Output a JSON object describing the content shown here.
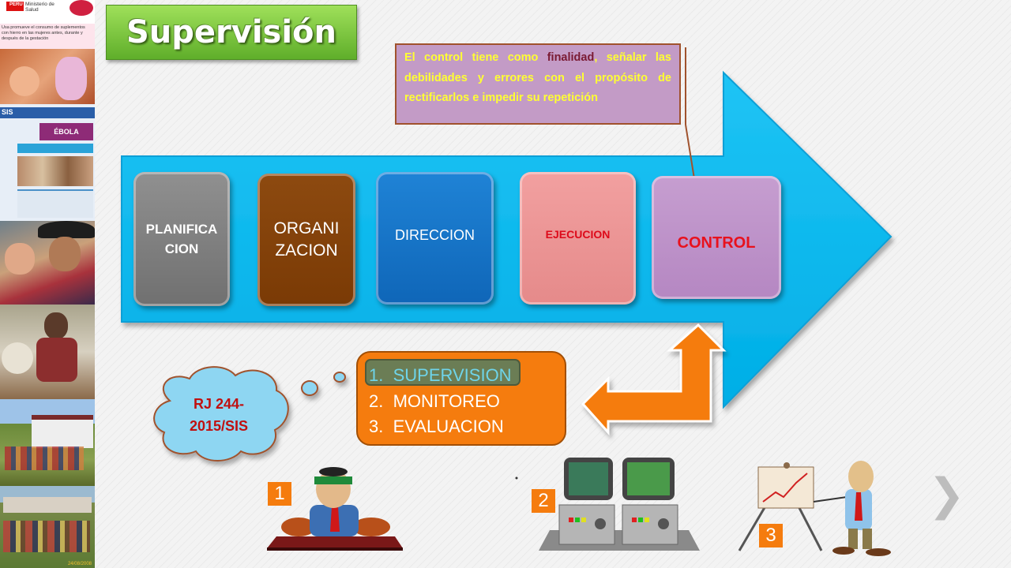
{
  "title": "Supervisión",
  "note": {
    "part1": "El control tiene como ",
    "part2": "finalidad",
    "part3": ", señalar las debilidades y errores con el propósito de rectificarlos e impedir su repetición"
  },
  "stages": [
    {
      "label_line1": "PLANIFICA",
      "label_line2": "CION"
    },
    {
      "label_line1": "ORGANI",
      "label_line2": "ZACION"
    },
    {
      "label": "DIRECCION"
    },
    {
      "label": "EJECUCION"
    },
    {
      "label": "CONTROL"
    }
  ],
  "list": [
    {
      "num": "1.",
      "text": "SUPERVISION"
    },
    {
      "num": "2.",
      "text": "MONITOREO"
    },
    {
      "num": "3.",
      "text": "EVALUACION"
    }
  ],
  "cloud": {
    "line1": "RJ 244-",
    "line2": "2015/SIS"
  },
  "badges": [
    "1",
    "2",
    "3"
  ],
  "left_strip": {
    "header_org": "Ministerio de Salud",
    "header_country": "PERÚ",
    "banner_text": "Usa promueve el consumo de suplementos con hierro en las mujeres antes, durante y después de la gestación",
    "sis_label": "SIS",
    "ebola_label": "ÉBOLA",
    "photo_date": "24/08/2008"
  },
  "nav": {
    "next_icon": "chevron-right-icon"
  },
  "colors": {
    "arrow": "#00b8f0",
    "title_green": "#7cc93a",
    "list_orange": "#f57c0e",
    "note_purple": "#c39bc6",
    "cloud_blue": "#8ed6f2"
  }
}
